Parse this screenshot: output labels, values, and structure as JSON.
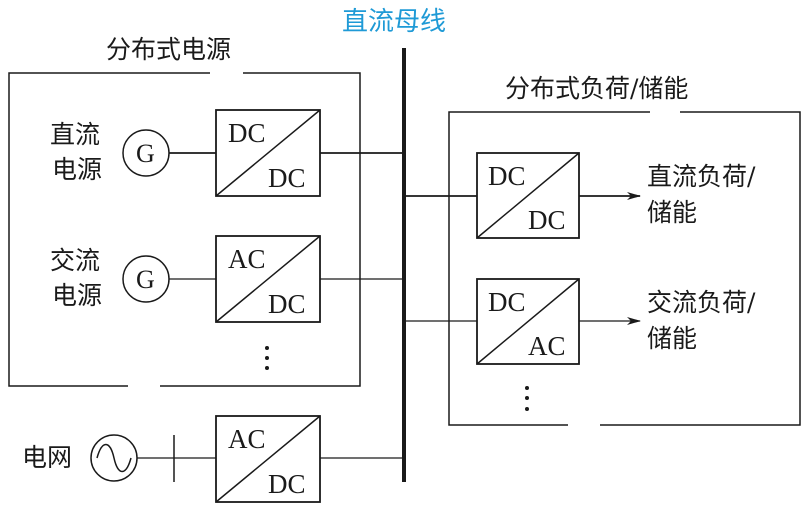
{
  "title": "直流母线",
  "accent_color": "#1f9ad6",
  "groups": {
    "sources": {
      "title": "分布式电源"
    },
    "loads": {
      "title": "分布式负荷/储能"
    }
  },
  "sources": [
    {
      "label_line1": "直流",
      "label_line2": "电源",
      "symbol": "G",
      "converter_top": "DC",
      "converter_bottom": "DC"
    },
    {
      "label_line1": "交流",
      "label_line2": "电源",
      "symbol": "G",
      "converter_top": "AC",
      "converter_bottom": "DC"
    }
  ],
  "grid": {
    "label": "电网",
    "symbol": "ac-source-icon",
    "converter_top": "AC",
    "converter_bottom": "DC"
  },
  "loads": [
    {
      "converter_top": "DC",
      "converter_bottom": "DC",
      "label_line1": "直流负荷/",
      "label_line2": "储能"
    },
    {
      "converter_top": "DC",
      "converter_bottom": "AC",
      "label_line1": "交流负荷/",
      "label_line2": "储能"
    }
  ],
  "ellipsis": "⋮"
}
